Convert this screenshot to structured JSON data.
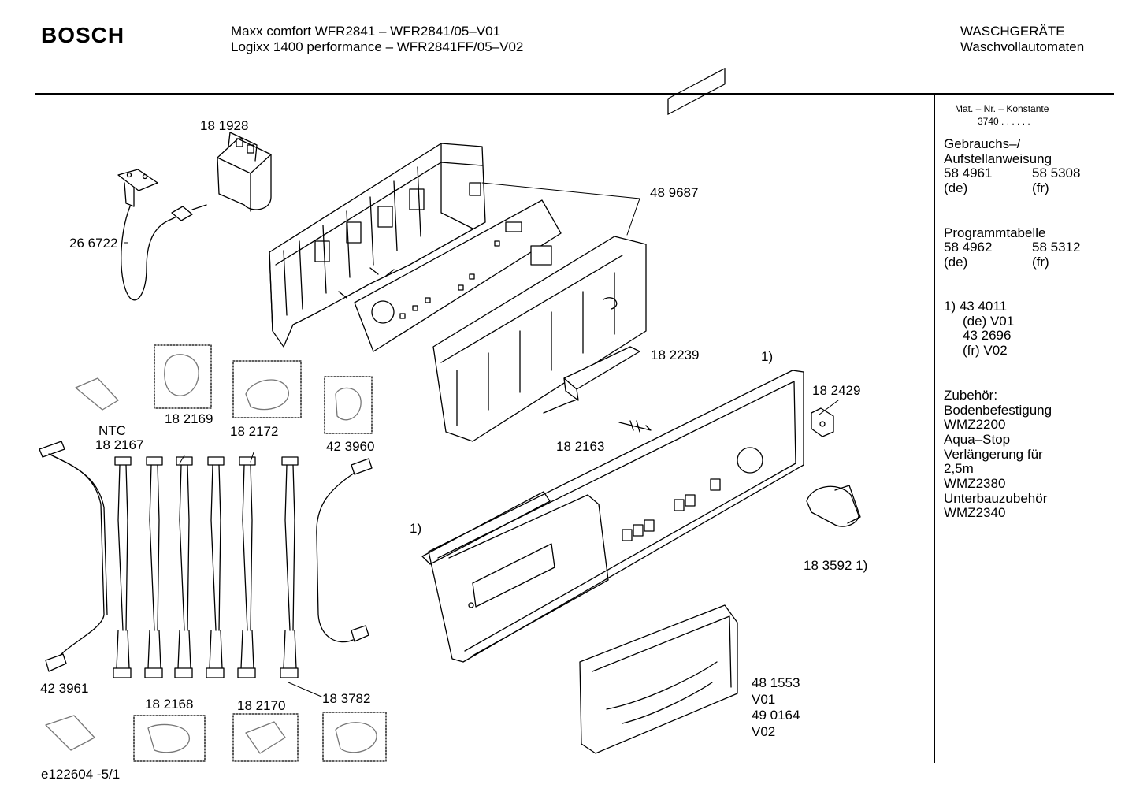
{
  "header": {
    "brand": "BOSCH",
    "model_line_1": "Maxx comfort WFR2841 – WFR2841/05–V01",
    "model_line_2": "Logixx 1400 performance – WFR2841FF/05–V02",
    "category_1": "WASCHGERÄTE",
    "category_2": "Waschvollautomaten"
  },
  "sidebar": {
    "konstante_label": "Mat. – Nr. – Konstante",
    "konstante_value": "3740  .  .  .  .  .  .",
    "manual_title_1": "Gebrauchs–/",
    "manual_title_2": "Aufstellanweisung",
    "manual_de_no": "58 4961",
    "manual_fr_no": "58 5308",
    "manual_de_lang": "(de)",
    "manual_fr_lang": "(fr)",
    "program_title": "Programmtabelle",
    "program_de_no": "58 4962",
    "program_fr_no": "58 5312",
    "program_de_lang": "(de)",
    "program_fr_lang": "(fr)",
    "note_1": "1)  43 4011",
    "note_2": "(de) V01",
    "note_3": "43 2696",
    "note_4": "(fr) V02",
    "acc_1": "Zubehör:",
    "acc_2": "Bodenbefestigung",
    "acc_3": "WMZ2200",
    "acc_4": "Aqua–Stop",
    "acc_5": "Verlängerung für",
    "acc_6": "2,5m",
    "acc_7": "WMZ2380",
    "acc_8": "Unterbauzubehör",
    "acc_9": "WMZ2340"
  },
  "parts": {
    "p181928": "18 1928",
    "p266722": "26 6722",
    "p489687": "48 9687",
    "p182239": "18 2239",
    "p182163": "18 2163",
    "note_ref_top": "1)",
    "note_ref_left": "1)",
    "p182429": "18 2429",
    "p183592": "18 3592 1)",
    "p481553": "48 1553",
    "v01": "V01",
    "p490164": "49 0164",
    "v02": "V02",
    "p182169": "18 2169",
    "p182172": "18 2172",
    "ntc": "NTC",
    "p182167": "18 2167",
    "p423960": "42 3960",
    "p423961": "42 3961",
    "p182168": "18 2168",
    "p182170": "18 2170",
    "p183782": "18 3782"
  },
  "footer": {
    "drawing_id": "e122604 -5/1"
  }
}
